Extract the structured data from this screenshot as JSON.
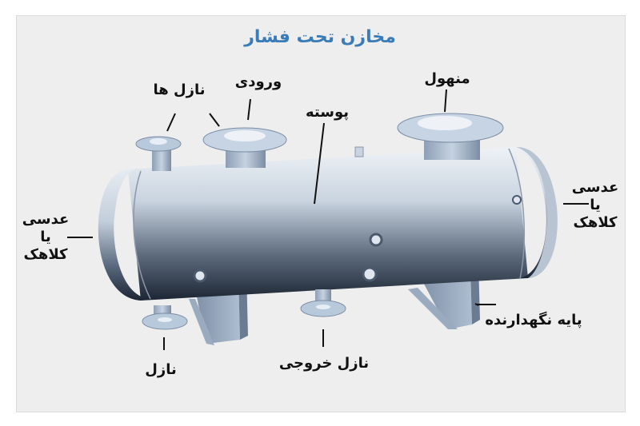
{
  "title": "مخازن تحت فشار",
  "labels": {
    "nozzles": "نازل ها",
    "inlet": "ورودی",
    "shell": "پوسته",
    "manhole": "منهول",
    "head_right_1": "عدسی",
    "head_right_2": "یا",
    "head_right_3": "کلاهک",
    "head_left_1": "عدسی",
    "head_left_2": "یا",
    "head_left_3": "کلاهک",
    "support": "پایه نگهدارنده",
    "outlet_nozzle": "نازل خروجی",
    "nozzle": "نازل"
  },
  "colors": {
    "title": "#3a7cb8",
    "vessel_light": "#dfe6ee",
    "vessel_dark": "#1c2533",
    "flange": "#b9c9dc"
  }
}
